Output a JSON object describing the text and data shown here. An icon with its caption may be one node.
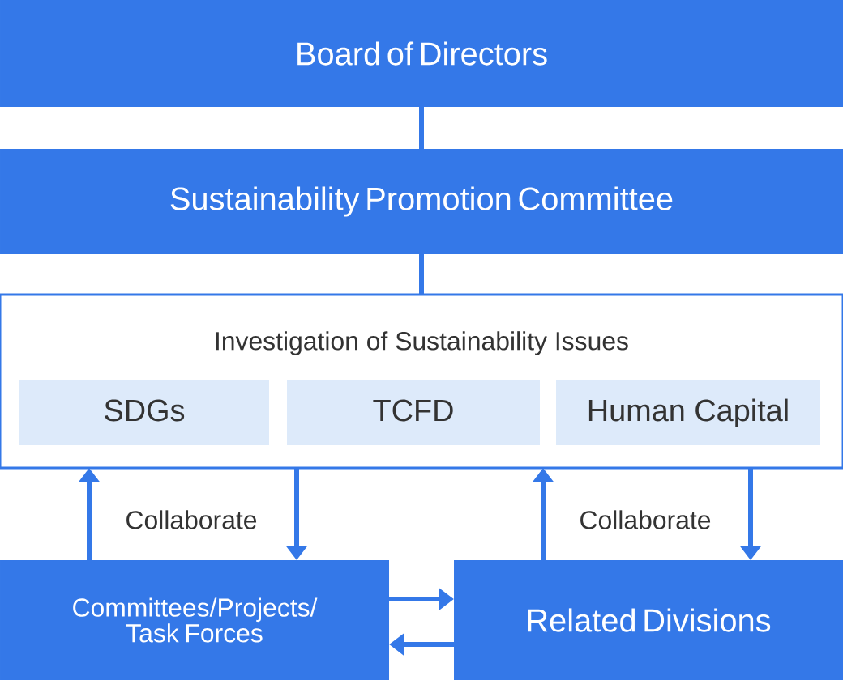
{
  "diagram": {
    "nodes": [
      {
        "text": [
          "Board of Directors"
        ]
      },
      {
        "text": [
          "Sustainability Promotion Committee"
        ]
      },
      {
        "text": [
          "Investigation of Sustainability Issues"
        ]
      },
      {
        "text": [
          "SDGs"
        ],
        "in": 2
      },
      {
        "text": [
          "TCFD"
        ],
        "in": 2
      },
      {
        "text": [
          "Human Capital"
        ],
        "in": 2
      },
      {
        "text": [
          "Committees/Projects/ Task Forces"
        ]
      },
      {
        "text": [
          "Related Divisions"
        ]
      }
    ],
    "edges": [
      {
        "from": 0,
        "to": 1,
        "arrow": "none"
      },
      {
        "from": 1,
        "to": 2,
        "arrow": "none"
      },
      {
        "from": 6,
        "to": 2,
        "arrow": "to"
      },
      {
        "from": 2,
        "to": 6,
        "arrow": "to"
      },
      {
        "from": 7,
        "to": 2,
        "arrow": "to"
      },
      {
        "from": 2,
        "to": 7,
        "arrow": "to"
      },
      {
        "from": 6,
        "to": 7,
        "arrow": "to"
      },
      {
        "from": 7,
        "to": 6,
        "arrow": "to"
      }
    ],
    "labels": [
      "Collaborate",
      "Collaborate"
    ]
  }
}
